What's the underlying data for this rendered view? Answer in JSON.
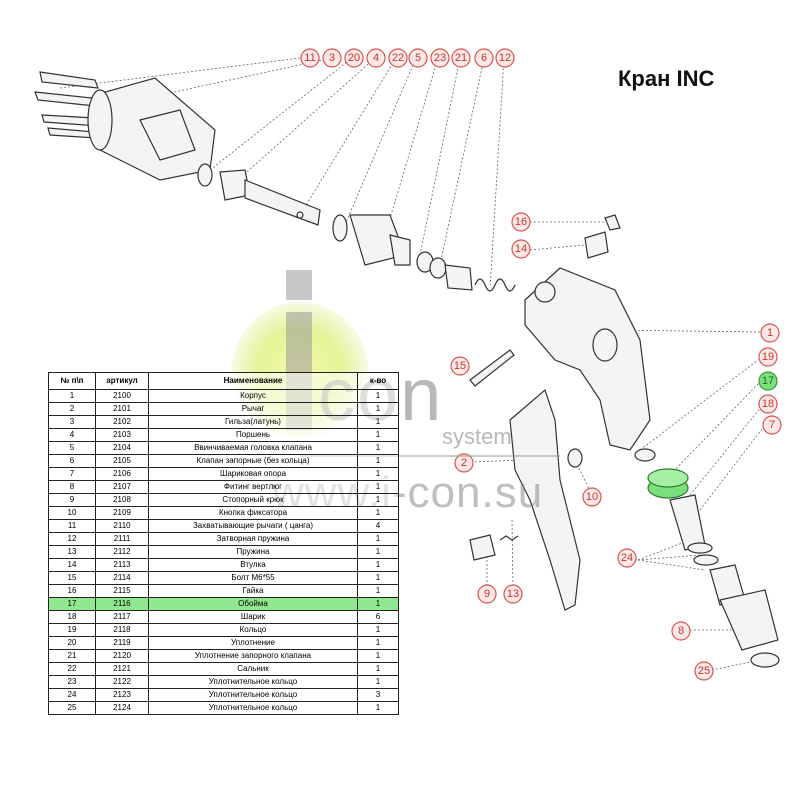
{
  "title": "Кран INC",
  "watermark": {
    "brand": "con",
    "sub": "system",
    "url": "www.i-con.su"
  },
  "highlight_color": "#7be07b",
  "callout_color": "#d9534f",
  "callouts": [
    "11",
    "3",
    "20",
    "4",
    "22",
    "5",
    "23",
    "21",
    "6",
    "12",
    "16",
    "14",
    "1",
    "19",
    "17",
    "18",
    "7",
    "15",
    "2",
    "10",
    "24",
    "9",
    "13",
    "8",
    "25"
  ],
  "table": {
    "headers": [
      "№ п\\п",
      "артикул",
      "Наименование",
      "к-во"
    ],
    "rows": [
      {
        "n": "1",
        "art": "2100",
        "name": "Корпус",
        "qty": "1"
      },
      {
        "n": "2",
        "art": "2101",
        "name": "Рычаг",
        "qty": "1"
      },
      {
        "n": "3",
        "art": "2102",
        "name": "Гильза(латунь)",
        "qty": "1"
      },
      {
        "n": "4",
        "art": "2103",
        "name": "Поршень",
        "qty": "1"
      },
      {
        "n": "5",
        "art": "2104",
        "name": "Ввинчиваемая головка клапана",
        "qty": "1"
      },
      {
        "n": "6",
        "art": "2105",
        "name": "Клапан запорные (без кольца)",
        "qty": "1"
      },
      {
        "n": "7",
        "art": "2106",
        "name": "Шариковая опора",
        "qty": "1"
      },
      {
        "n": "8",
        "art": "2107",
        "name": "Фитинг вертлюг",
        "qty": "1"
      },
      {
        "n": "9",
        "art": "2108",
        "name": "Стопорный крюк",
        "qty": "1"
      },
      {
        "n": "10",
        "art": "2109",
        "name": "Кнопка фиксатора",
        "qty": "1"
      },
      {
        "n": "11",
        "art": "2110",
        "name": "Захватывающие рычаги ( цанга)",
        "qty": "4"
      },
      {
        "n": "12",
        "art": "2111",
        "name": "Затворная пружина",
        "qty": "1"
      },
      {
        "n": "13",
        "art": "2112",
        "name": "Пружина",
        "qty": "1"
      },
      {
        "n": "14",
        "art": "2113",
        "name": "Втулка",
        "qty": "1"
      },
      {
        "n": "15",
        "art": "2114",
        "name": "Болт М6*55",
        "qty": "1"
      },
      {
        "n": "16",
        "art": "2115",
        "name": "Гайка",
        "qty": "1"
      },
      {
        "n": "17",
        "art": "2116",
        "name": "Обойма",
        "qty": "1",
        "highlight": true
      },
      {
        "n": "18",
        "art": "2117",
        "name": "Шарик",
        "qty": "6"
      },
      {
        "n": "19",
        "art": "2118",
        "name": "Кольцо",
        "qty": "1"
      },
      {
        "n": "20",
        "art": "2119",
        "name": "Уплотнение",
        "qty": "1"
      },
      {
        "n": "21",
        "art": "2120",
        "name": "Уплотнение запорного клапана",
        "qty": "1"
      },
      {
        "n": "22",
        "art": "2121",
        "name": "Сальник",
        "qty": "1"
      },
      {
        "n": "23",
        "art": "2122",
        "name": "Уплотнительное кольцо",
        "qty": "1"
      },
      {
        "n": "24",
        "art": "2123",
        "name": "Уплотнительное кольцо",
        "qty": "3"
      },
      {
        "n": "25",
        "art": "2124",
        "name": "Уплотнительное кольцо",
        "qty": "1"
      }
    ]
  }
}
